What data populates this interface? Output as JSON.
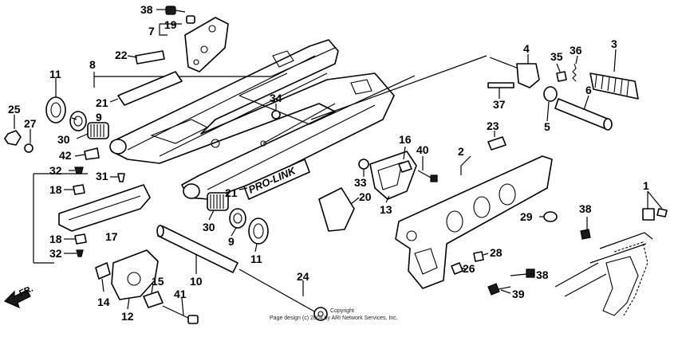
{
  "labels": {
    "p1": "1",
    "p2": "2",
    "p3": "3",
    "p4": "4",
    "p5": "5",
    "p6": "6",
    "p7": "7",
    "p8": "8",
    "p9a": "9",
    "p9b": "9",
    "p10": "10",
    "p11a": "11",
    "p11b": "11",
    "p12": "12",
    "p13": "13",
    "p14": "14",
    "p15": "15",
    "p16": "16",
    "p17": "17",
    "p18a": "18",
    "p18b": "18",
    "p19": "19",
    "p20": "20",
    "p21a": "21",
    "p21b": "21",
    "p22": "22",
    "p23": "23",
    "p24": "24",
    "p25": "25",
    "p26": "26",
    "p27": "27",
    "p28": "28",
    "p29": "29",
    "p30a": "30",
    "p30b": "30",
    "p31": "31",
    "p32a": "32",
    "p32b": "32",
    "p33": "33",
    "p34": "34",
    "p35": "35",
    "p36": "36",
    "p37": "37",
    "p38a": "38",
    "p38b": "38",
    "p38c": "38",
    "p39": "39",
    "p40": "40",
    "p41": "41",
    "p42": "42"
  },
  "decal_text": "PRO-LINK",
  "front_arrow": "FR.",
  "copyright_line1": "Copyright",
  "copyright_line2": "Page design (c) 2004 by ARI Network Services, Inc."
}
